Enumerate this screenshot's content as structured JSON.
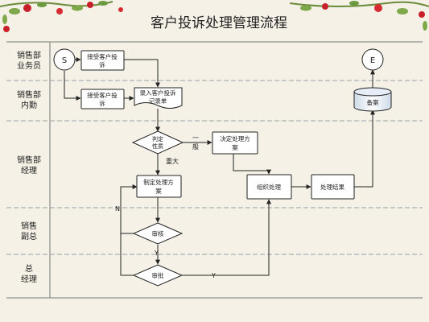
{
  "title": "客户投诉处理管理流程",
  "lanes": [
    {
      "id": "lane-sales-staff",
      "line1": "销售部",
      "line2": "业务员"
    },
    {
      "id": "lane-sales-internal",
      "line1": "销售部",
      "line2": "内勤"
    },
    {
      "id": "lane-sales-manager",
      "line1": "销售部",
      "line2": "经理"
    },
    {
      "id": "lane-sales-deputy",
      "line1": "销售",
      "line2": "副总"
    },
    {
      "id": "lane-general-manager",
      "line1": "总",
      "line2": "经理"
    }
  ],
  "nodes": {
    "start": "S",
    "end": "E",
    "receive_complaint_staff": {
      "line1": "接受客户投",
      "line2": "诉"
    },
    "receive_complaint_internal": {
      "line1": "接受客户投",
      "line2": "诉"
    },
    "record_complaint": {
      "line1": "录入客户投诉",
      "line2": "记录单"
    },
    "determine_nature": {
      "line1": "判定",
      "line2": "性质"
    },
    "decide_plan": {
      "line1": "决定处理方",
      "line2": "案"
    },
    "make_plan": {
      "line1": "制定处理方",
      "line2": "案"
    },
    "organize_handling": "组织处理",
    "handling_result": "处理结果",
    "archive": "备案",
    "review": "审核",
    "approve": "审批"
  },
  "edge_labels": {
    "general": {
      "line1": "一",
      "line2": "般"
    },
    "major": "重大",
    "no": "N",
    "yes_review": "Y",
    "yes_approve": "Y"
  },
  "colors": {
    "background": "#f6f1e6",
    "line": "#333333",
    "box_fill": "#ffffff",
    "lane_divider": "#9aa0b0"
  }
}
